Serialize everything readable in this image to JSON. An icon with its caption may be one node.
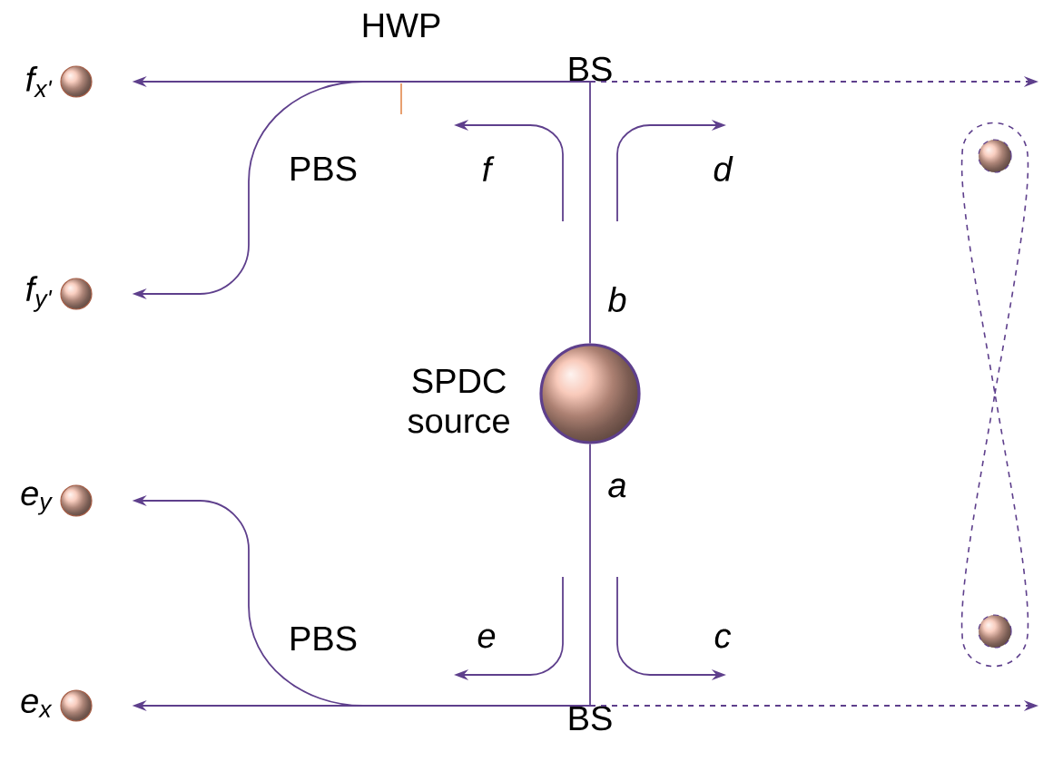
{
  "diagram": {
    "nodes": [
      {
        "text": [],
        "shape": "circle",
        "beside": [
          "f$_{x'}$"
        ]
      },
      {
        "text": [],
        "shape": "circle",
        "beside": [
          "f$_{y'}$"
        ]
      },
      {
        "text": [],
        "shape": "circle",
        "beside": [
          "e$_{y}$"
        ]
      },
      {
        "text": [],
        "shape": "circle",
        "beside": [
          "e$_{x}$"
        ]
      },
      {
        "text": [
          "SPDC source"
        ]
      },
      {
        "text": [
          "BS"
        ]
      },
      {
        "text": [
          "BS"
        ]
      }
    ],
    "edges": [
      {
        "from": 4,
        "to": 5,
        "arrow": "none",
        "label": "b"
      },
      {
        "from": 4,
        "to": 6,
        "arrow": "none",
        "label": "a"
      },
      {
        "from": 5,
        "to": 0,
        "arrow": "to"
      },
      {
        "from": 5,
        "to": 1,
        "arrow": "to"
      },
      {
        "from": 5,
        "to": null,
        "arrow": "to",
        "style": "dashed"
      },
      {
        "from": 6,
        "to": 3,
        "arrow": "to"
      },
      {
        "from": 6,
        "to": 2,
        "arrow": "to"
      },
      {
        "from": 6,
        "to": null,
        "arrow": "to",
        "style": "dashed"
      }
    ],
    "labels": [
      "HWP",
      "PBS",
      "f",
      "d",
      "PBS",
      "e",
      "c"
    ]
  }
}
